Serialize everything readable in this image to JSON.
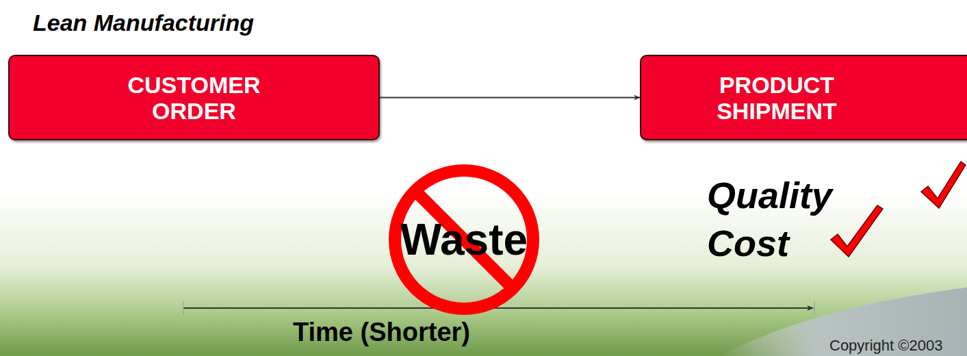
{
  "diagram": {
    "title": "Lean Manufacturing",
    "nodes": [
      {
        "text": [
          "CUSTOMER ORDER"
        ]
      },
      {
        "text": [
          "PRODUCT SHIPMENT"
        ]
      },
      {
        "text": [
          "Waste"
        ]
      }
    ],
    "edges": [
      {
        "from": 0,
        "to": 1,
        "arrow": "to"
      }
    ],
    "labels": [
      "Quality",
      "Cost",
      "Time (Shorter)",
      "Copyright ©2003"
    ]
  }
}
